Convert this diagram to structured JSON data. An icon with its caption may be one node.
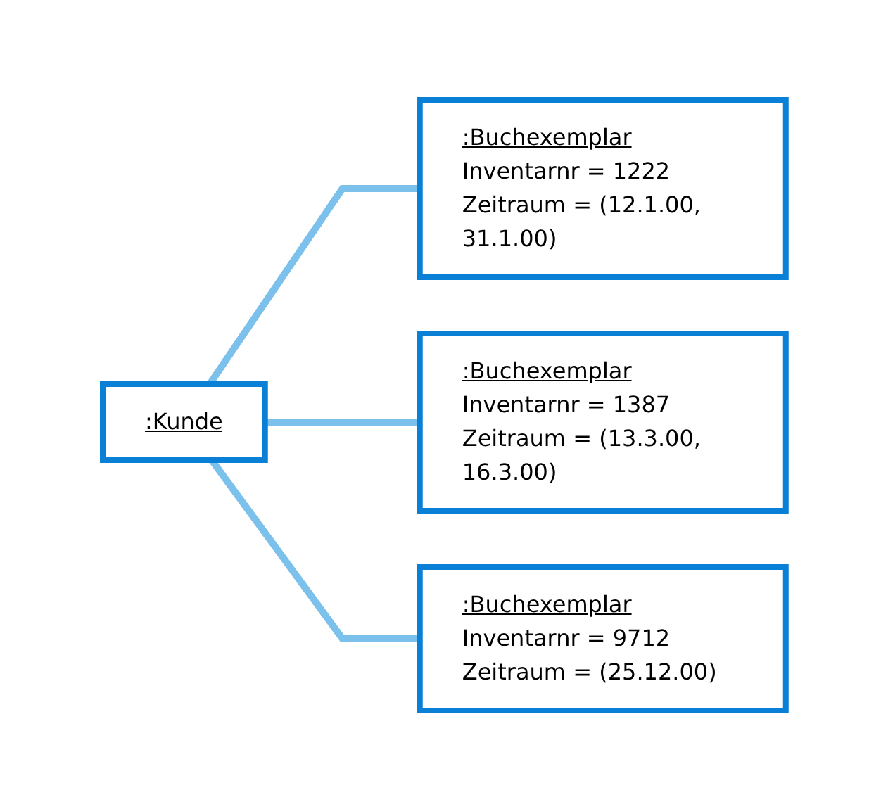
{
  "diagram": {
    "nodes": [
      {
        "text": [
          ":Kunde"
        ]
      },
      {
        "text": [
          ":Buchexemplar",
          "Inventarnr = 1222 Zeitraum = (12.1.00, 31.1.00)"
        ]
      },
      {
        "text": [
          ":Buchexemplar",
          "Inventarnr = 1387 Zeitraum = (13.3.00, 16.3.00)"
        ]
      },
      {
        "text": [
          ":Buchexemplar",
          "Inventarnr = 9712 Zeitraum = (25.12.00)"
        ]
      }
    ],
    "edges": [
      {
        "from": 0,
        "to": 1,
        "arrow": "none"
      },
      {
        "from": 0,
        "to": 2,
        "arrow": "none"
      },
      {
        "from": 0,
        "to": 3,
        "arrow": "none"
      }
    ]
  }
}
